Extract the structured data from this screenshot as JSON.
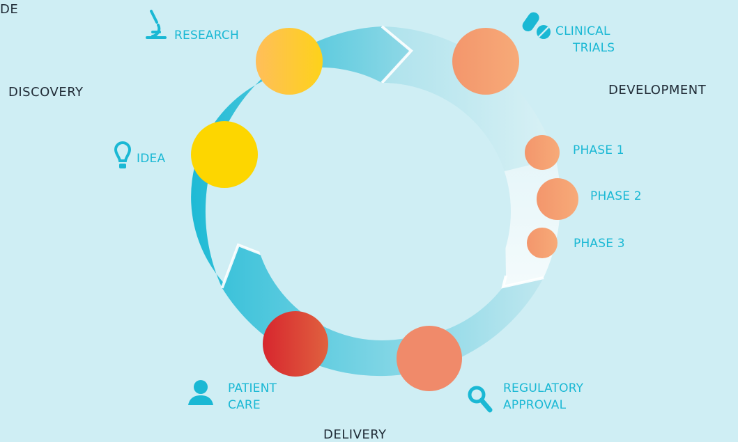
{
  "partial_text": "DE",
  "stages": {
    "discovery": "DISCOVERY",
    "development": "DEVELOPMENT",
    "delivery": "DELIVERY"
  },
  "steps": {
    "research": "RESEARCH",
    "clinical_line1": "CLINICAL",
    "clinical_line2": "TRIALS",
    "idea": "IDEA",
    "phase1": "PHASE 1",
    "phase2": "PHASE 2",
    "phase3": "PHASE 3",
    "patient_line1": "PATIENT",
    "patient_line2": "CARE",
    "regulatory_line1": "REGULATORY",
    "regulatory_line2": "APPROVAL"
  },
  "colors": {
    "background": "#cfeef4",
    "ring_teal": "#22bcd6",
    "label_teal": "#1ab8d4",
    "yellow": "#fdd600",
    "orange_yellow": "#fec24d",
    "salmon": "#f5a077",
    "red": "#d83a32",
    "text_dark": "#1f2a35"
  },
  "icons": [
    "microscope-icon",
    "pills-icon",
    "lightbulb-icon",
    "person-icon",
    "magnifier-icon"
  ]
}
